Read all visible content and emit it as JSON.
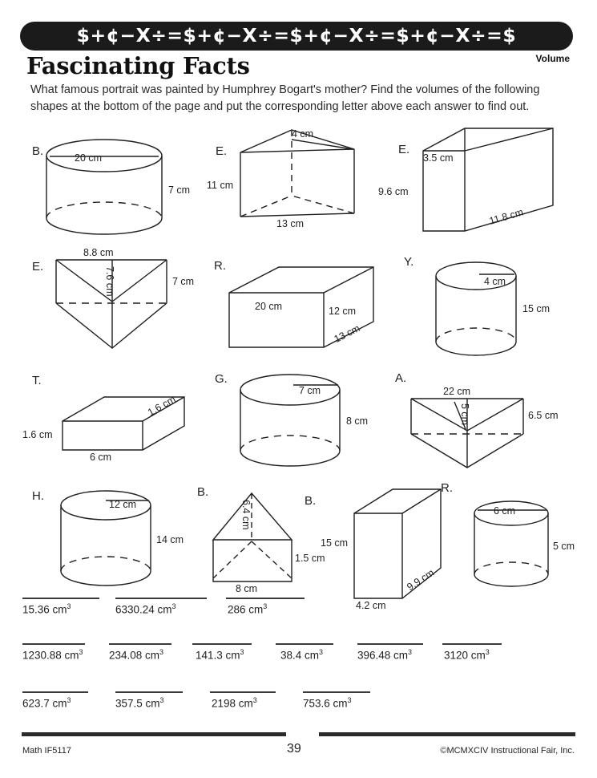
{
  "header": {
    "banner_text": "$+¢−X÷=$+¢−X÷=$+¢−X÷=$+¢−X÷=$",
    "title": "Fascinating Facts",
    "topic": "Volume"
  },
  "instructions": "What famous portrait was painted by Humphrey Bogart's mother?  Find the volumes of the following shapes at the bottom of the page and put the corresponding letter above each answer to find out.",
  "figures": [
    {
      "id": "fig-1",
      "letter": "B.",
      "shape": "cylinder",
      "dims": {
        "d1": "20 cm",
        "d2": "7 cm"
      }
    },
    {
      "id": "fig-2",
      "letter": "E.",
      "shape": "triangular-prism",
      "dims": {
        "d1": "4 cm",
        "d2": "11 cm",
        "d3": "13 cm"
      }
    },
    {
      "id": "fig-3",
      "letter": "E.",
      "shape": "rectangular-prism",
      "dims": {
        "d1": "3.5 cm",
        "d2": "9.6 cm",
        "d3": "11.8 cm"
      }
    },
    {
      "id": "fig-4",
      "letter": "E.",
      "shape": "inverted-triangular-prism",
      "dims": {
        "d1": "8.8 cm",
        "d2": "7.6 cm",
        "d3": "7 cm"
      }
    },
    {
      "id": "fig-5",
      "letter": "R.",
      "shape": "rectangular-prism",
      "dims": {
        "d1": "20 cm",
        "d2": "12 cm",
        "d3": "13 cm"
      }
    },
    {
      "id": "fig-6",
      "letter": "Y.",
      "shape": "cylinder",
      "dims": {
        "d1": "4 cm",
        "d2": "15 cm"
      }
    },
    {
      "id": "fig-7",
      "letter": "T.",
      "shape": "rectangular-prism",
      "dims": {
        "d1": "1.6 cm",
        "d2": "1.6 cm",
        "d3": "6 cm"
      }
    },
    {
      "id": "fig-8",
      "letter": "G.",
      "shape": "cylinder",
      "dims": {
        "d1": "7 cm",
        "d2": "8 cm"
      }
    },
    {
      "id": "fig-9",
      "letter": "A.",
      "shape": "inverted-triangular-prism",
      "dims": {
        "d1": "22 cm",
        "d2": "5 cm",
        "d3": "6.5 cm"
      }
    },
    {
      "id": "fig-10",
      "letter": "H.",
      "shape": "cylinder",
      "dims": {
        "d1": "12 cm",
        "d2": "14 cm"
      }
    },
    {
      "id": "fig-11",
      "letter": "B.",
      "shape": "tent-triangular-prism",
      "dims": {
        "d1": "6.4 cm",
        "d2": "1.5 cm",
        "d3": "8 cm"
      }
    },
    {
      "id": "fig-12",
      "letter": "B.",
      "shape": "rectangular-prism",
      "dims": {
        "d1": "15 cm",
        "d2": "9.9 cm",
        "d3": "4.2 cm"
      }
    },
    {
      "id": "fig-13",
      "letter": "R.",
      "shape": "cylinder",
      "dims": {
        "d1": "6 cm",
        "d2": "5 cm"
      }
    }
  ],
  "answers": {
    "unit": "cm",
    "exponent": "3",
    "rows": [
      {
        "items": [
          {
            "value": "15.36 cm",
            "exp": "3"
          },
          {
            "value": "6330.24 cm",
            "exp": "3"
          },
          {
            "value": "286 cm",
            "exp": "3"
          }
        ]
      },
      {
        "items": [
          {
            "value": "1230.88 cm",
            "exp": "3"
          },
          {
            "value": "234.08 cm",
            "exp": "3"
          },
          {
            "value": "141.3 cm",
            "exp": "3"
          },
          {
            "value": "38.4 cm",
            "exp": "3"
          },
          {
            "value": "396.48 cm",
            "exp": "3"
          },
          {
            "value": "3120 cm",
            "exp": "3"
          }
        ]
      },
      {
        "items": [
          {
            "value": "623.7 cm",
            "exp": "3"
          },
          {
            "value": "357.5 cm",
            "exp": "3"
          },
          {
            "value": "2198 cm",
            "exp": "3"
          },
          {
            "value": "753.6 cm",
            "exp": "3"
          }
        ]
      }
    ]
  },
  "footer": {
    "left": "Math IF5117",
    "page": "39",
    "right": "©MCMXCIV Instructional Fair, Inc."
  }
}
